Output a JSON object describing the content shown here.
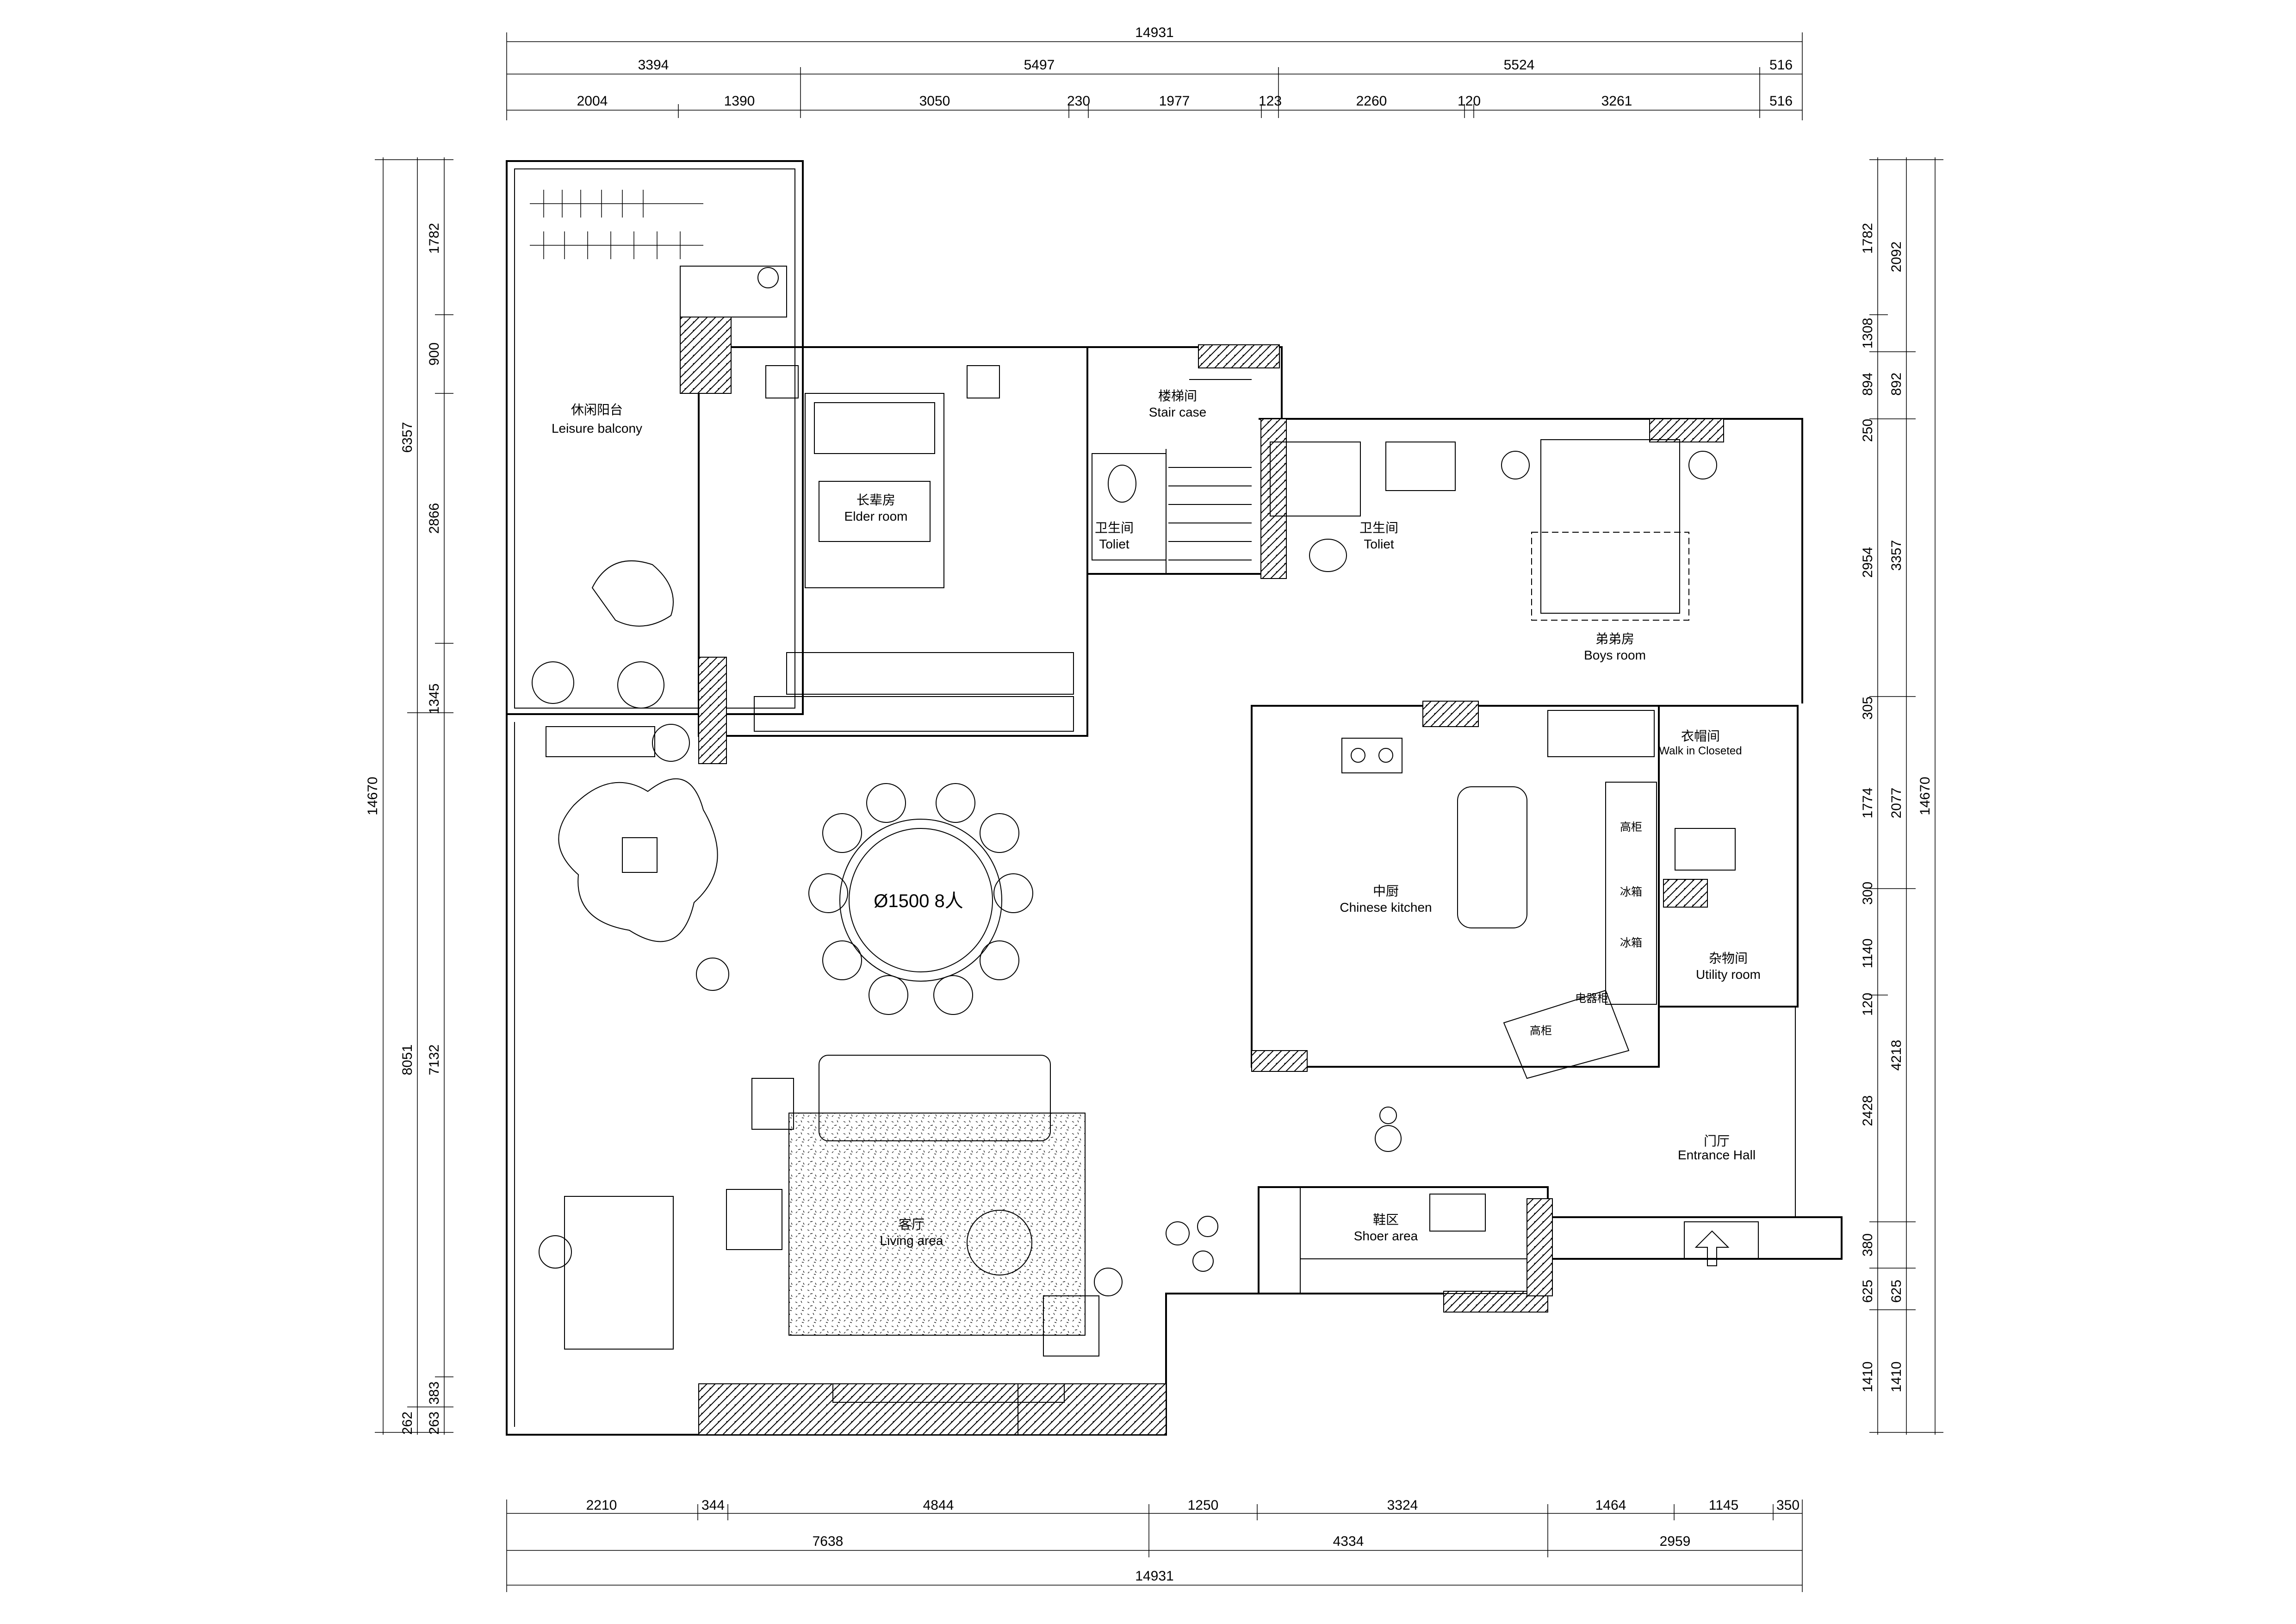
{
  "dims": {
    "top": {
      "total": "14931",
      "mid": [
        "3394",
        "5497",
        "5524",
        "516"
      ],
      "low": [
        "2004",
        "1390",
        "3050",
        "230",
        "1977",
        "123",
        "2260",
        "120",
        "3261",
        "516"
      ]
    },
    "bottom": {
      "low": [
        "2210",
        "344",
        "4844",
        "1250",
        "3324",
        "1464",
        "1145",
        "350"
      ],
      "mid": [
        "7638",
        "4334",
        "2959"
      ],
      "total": "14931"
    },
    "left": {
      "outer": [
        "6357",
        "8051",
        "262"
      ],
      "total": "14670",
      "inner": [
        "1782",
        "900",
        "2866",
        "1345",
        "7132",
        "383",
        "263"
      ]
    },
    "right": {
      "inner": [
        "1782",
        "1308",
        "894",
        "250",
        "2954",
        "305",
        "1774",
        "300",
        "1140",
        "120",
        "2428",
        "380",
        "625",
        "1410"
      ],
      "mid": [
        "2092",
        "892",
        "3357",
        "2077",
        "4218",
        "625",
        "1410"
      ],
      "total": "14670"
    }
  },
  "rooms": {
    "leisure_balcony": {
      "cn": "休闲阳台",
      "en": "Leisure balcony"
    },
    "elder_room": {
      "cn": "长辈房",
      "en": "Elder room"
    },
    "stair_case": {
      "cn": "楼梯间",
      "en": "Stair case"
    },
    "toilet_1": {
      "cn": "卫生间",
      "en": "Toliet"
    },
    "toilet_2": {
      "cn": "卫生间",
      "en": "Toliet"
    },
    "boys_room": {
      "cn": "弟弟房",
      "en": "Boys room"
    },
    "walk_in_closet": {
      "cn": "衣帽间",
      "en": "Walk in Closeted"
    },
    "chinese_kitchen": {
      "cn": "中厨",
      "en": "Chinese kitchen"
    },
    "utility_room": {
      "cn": "杂物间",
      "en": "Utility room"
    },
    "entrance_hall": {
      "cn": "门厅",
      "en": "Entrance Hall"
    },
    "shoe_area": {
      "cn": "鞋区",
      "en": "Shoer area"
    },
    "living_area": {
      "cn": "客厅",
      "en": "Living area"
    }
  },
  "labels": {
    "dining_table": "Ø1500 8人",
    "tall_cabinet": "高柜",
    "fridge": "冰箱",
    "appliance_cabinet": "电器柜"
  }
}
